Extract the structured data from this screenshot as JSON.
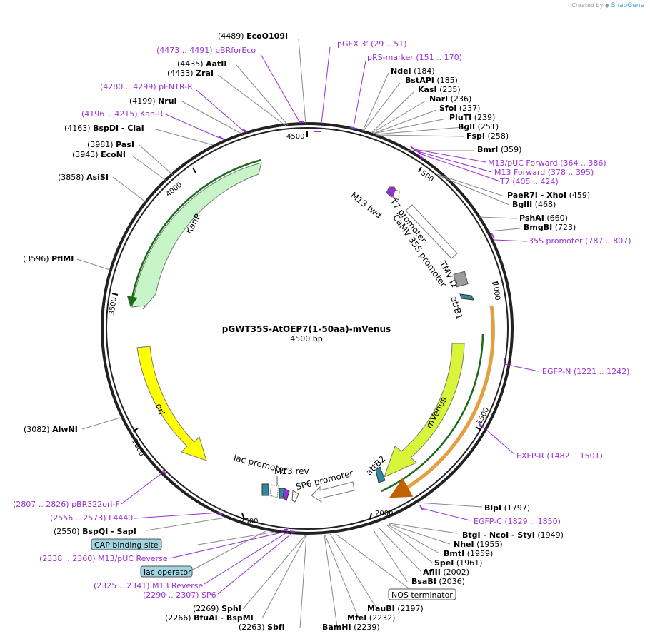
{
  "credit": {
    "created_by": "Created by",
    "brand": "SnapGene"
  },
  "plasmid": {
    "name": "pGWT35S-AtOEP7(1-50aa)-mVenus",
    "length_label": "4500 bp"
  },
  "ticks": [
    "500",
    "1000",
    "1500",
    "2000",
    "2500",
    "3000",
    "3500",
    "4000",
    "4500"
  ],
  "features": [
    {
      "name": "KanR",
      "color": "#c8f5c8"
    },
    {
      "name": "ori",
      "color": "#ffff00"
    },
    {
      "name": "mVenus",
      "color": "#d8f53a"
    },
    {
      "name": "lac promoter",
      "color": "#ffffff"
    },
    {
      "name": "M13 rev",
      "color": "#ffffff"
    },
    {
      "name": "SP6 promoter",
      "color": "#ffffff"
    },
    {
      "name": "attB2",
      "color": "#2e8aa0"
    },
    {
      "name": "M13 fwd",
      "color": "#ffffff"
    },
    {
      "name": "T7 promoter",
      "color": "#ffffff"
    },
    {
      "name": "CaMV 35S promoter",
      "color": "#ffffff"
    },
    {
      "name": "TMV Ω",
      "color": "#9c9c9c"
    },
    {
      "name": "attB1",
      "color": "#2e8aa0"
    }
  ],
  "sites": [
    {
      "pos": "(4489)",
      "name": "EcoO109I"
    },
    {
      "pos": "(4435)",
      "name": "AatII"
    },
    {
      "pos": "(4433)",
      "name": "ZraI"
    },
    {
      "pos": "(4199)",
      "name": "NruI"
    },
    {
      "pos": "(4163)",
      "name": "BspDI - ClaI"
    },
    {
      "pos": "(3981)",
      "name": "PasI"
    },
    {
      "pos": "(3943)",
      "name": "EcoNI"
    },
    {
      "pos": "(3858)",
      "name": "AsiSI"
    },
    {
      "pos": "(3596)",
      "name": "PflMI"
    },
    {
      "pos": "(3082)",
      "name": "AlwNI"
    },
    {
      "pos": "(2550)",
      "name": "BspQI - SapI"
    },
    {
      "pos": "(184)",
      "name": "NdeI"
    },
    {
      "pos": "(185)",
      "name": "BstAPI"
    },
    {
      "pos": "(235)",
      "name": "KasI"
    },
    {
      "pos": "(236)",
      "name": "NarI"
    },
    {
      "pos": "(237)",
      "name": "SfoI"
    },
    {
      "pos": "(239)",
      "name": "PluTI"
    },
    {
      "pos": "(251)",
      "name": "BglI"
    },
    {
      "pos": "(258)",
      "name": "FspI"
    },
    {
      "pos": "(359)",
      "name": "BmrI"
    },
    {
      "pos": "(459)",
      "name": "PaeR7I - XhoI"
    },
    {
      "pos": "(468)",
      "name": "BglII"
    },
    {
      "pos": "(660)",
      "name": "PshAI"
    },
    {
      "pos": "(723)",
      "name": "BmgBI"
    },
    {
      "pos": "(1797)",
      "name": "BlpI"
    },
    {
      "pos": "(1949)",
      "name": "BtgI - NcoI - StyI"
    },
    {
      "pos": "(1955)",
      "name": "NheI"
    },
    {
      "pos": "(1959)",
      "name": "BmtI"
    },
    {
      "pos": "(1961)",
      "name": "SpeI"
    },
    {
      "pos": "(2002)",
      "name": "AflII"
    },
    {
      "pos": "(2036)",
      "name": "BsaBI"
    },
    {
      "pos": "(2197)",
      "name": "MauBI"
    },
    {
      "pos": "(2232)",
      "name": "MfeI"
    },
    {
      "pos": "(2239)",
      "name": "BamHI"
    },
    {
      "pos": "(2263)",
      "name": "SbfI"
    },
    {
      "pos": "(2266)",
      "name": "BfuAI - BspMI"
    },
    {
      "pos": "(2269)",
      "name": "SphI"
    }
  ],
  "primers": [
    {
      "name": "pGEX 3'",
      "range": "(29 .. 51)"
    },
    {
      "name": "pRS-marker",
      "range": "(151 .. 170)"
    },
    {
      "name": "M13/pUC Forward",
      "range": "(364 .. 386)"
    },
    {
      "name": "M13 Forward",
      "range": "(378 .. 395)"
    },
    {
      "name": "T7",
      "range": "(405 .. 424)"
    },
    {
      "name": "35S promoter",
      "range": "(787 .. 807)"
    },
    {
      "name": "EGFP-N",
      "range": "(1221 .. 1242)"
    },
    {
      "name": "EXFP-R",
      "range": "(1482 .. 1501)"
    },
    {
      "name": "EGFP-C",
      "range": "(1829 .. 1850)"
    },
    {
      "name": "pBRforEco",
      "range": "(4473 .. 4491)"
    },
    {
      "name": "pENTR-R",
      "range": "(4280 .. 4299)"
    },
    {
      "name": "Kan-R",
      "range": "(4196 .. 4215)"
    },
    {
      "name": "pBR322ori-F",
      "range": "(2807 .. 2826)"
    },
    {
      "name": "L4440",
      "range": "(2556 .. 2573)"
    },
    {
      "name": "M13/pUC Reverse",
      "range": "(2338 .. 2360)"
    },
    {
      "name": "M13 Reverse",
      "range": "(2325 .. 2341)"
    },
    {
      "name": "SP6",
      "range": "(2290 .. 2307)"
    }
  ],
  "boxed_features": [
    {
      "name": "CAP binding site",
      "color": "#9fd4e0"
    },
    {
      "name": "lac operator",
      "color": "#9fd4e0"
    },
    {
      "name": "NOS terminator",
      "color": "#ffffff"
    }
  ],
  "colors": {
    "primer": "#9b2fd6",
    "backbone": "#222222"
  }
}
